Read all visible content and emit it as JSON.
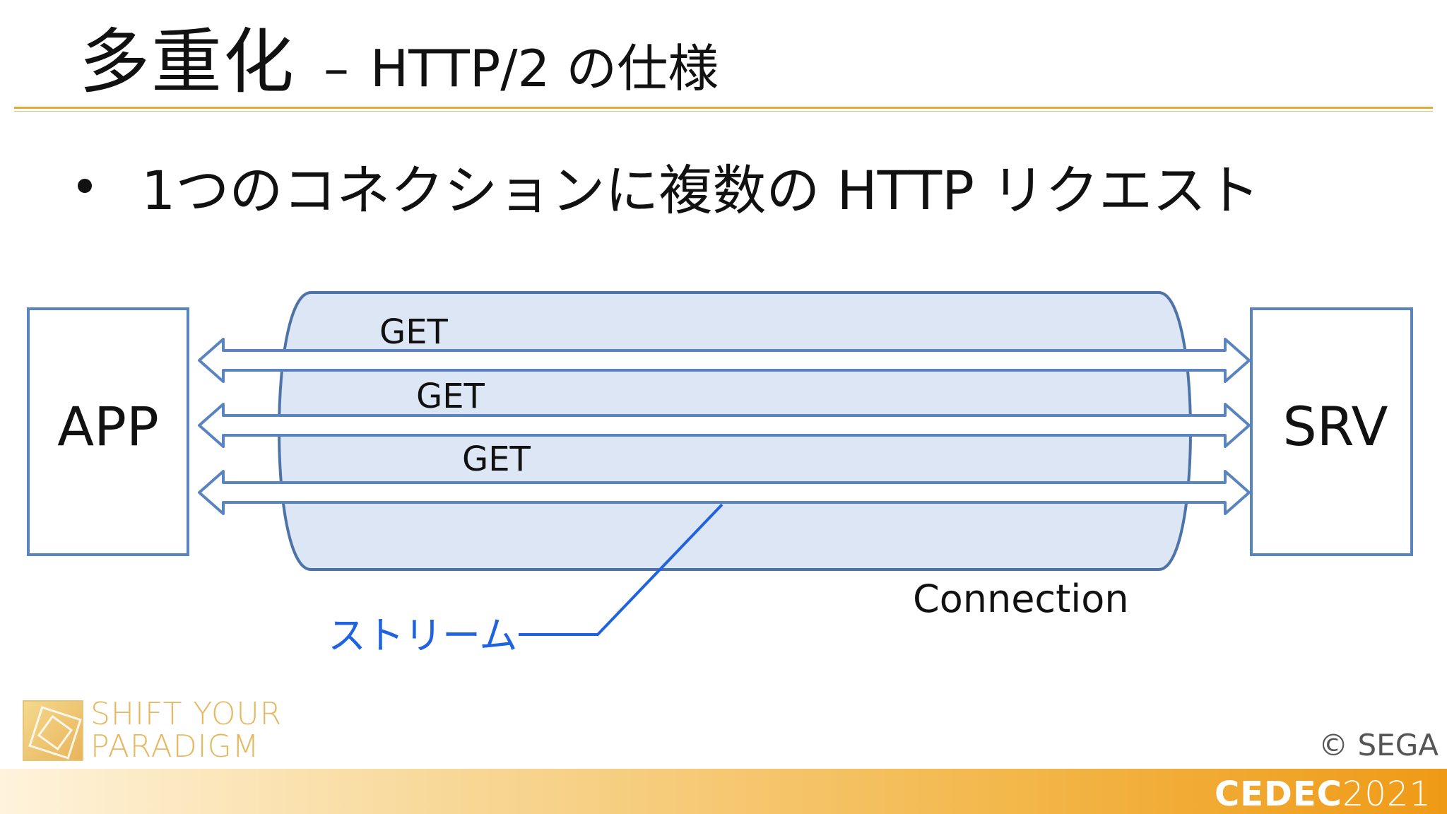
{
  "slide": {
    "title_main": "多重化",
    "title_sep": "–",
    "title_sub": "HTTP/2 の仕様",
    "bullet": "1つのコネクションに複数の HTTP リクエスト"
  },
  "diagram": {
    "client_label": "APP",
    "server_label": "SRV",
    "connection_label": "Connection",
    "stream_label": "ストリーム",
    "streams": [
      "GET",
      "GET",
      "GET"
    ]
  },
  "footer": {
    "logo_line1": "SHIFT YOUR",
    "logo_line2": "PARADIGM",
    "copyright": "© SEGA",
    "brand": "CEDEC",
    "brand_year": "2021"
  },
  "colors": {
    "accent_rule": "#e3a93a",
    "box_stroke": "#5a84c0",
    "cylinder_fill": "#dce6f4",
    "stream_label": "#1f63e0",
    "footer_end": "#ef9a16"
  }
}
